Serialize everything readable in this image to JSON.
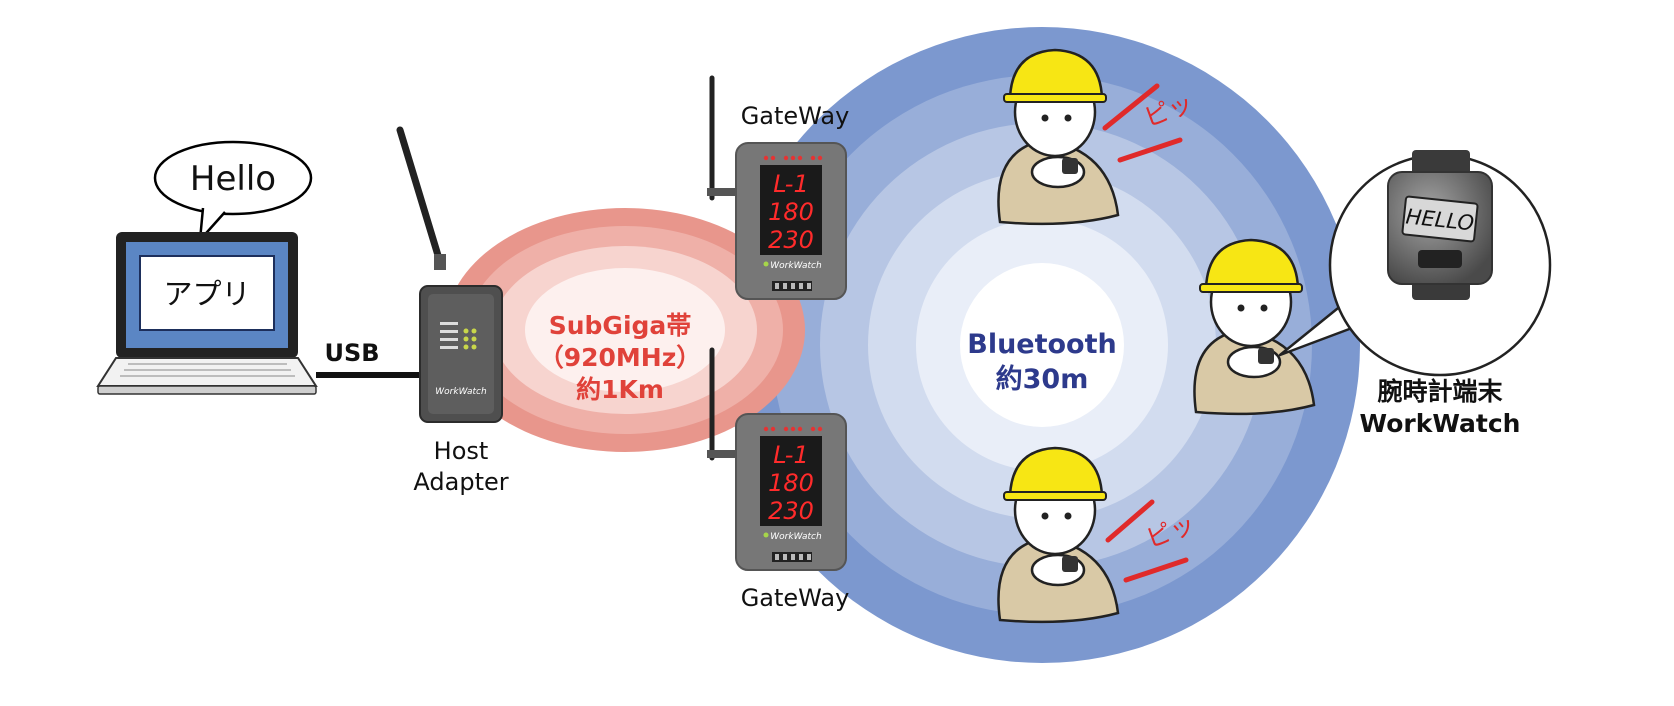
{
  "pc": {
    "bubble": "Hello",
    "screen": "アプリ",
    "link": "USB"
  },
  "host": {
    "line1": "Host",
    "line2": "Adapter",
    "brand": "WorkWatch"
  },
  "subgiga": {
    "line1": "SubGiga帯",
    "line2": "（920MHz）",
    "line3": "約1Km",
    "color": "#e0423a"
  },
  "gateways": [
    {
      "label": "GateWay",
      "brand": "WorkWatch",
      "displays": [
        "L-1",
        "180",
        "230"
      ]
    },
    {
      "label": "GateWay",
      "brand": "WorkWatch",
      "displays": [
        "L-1",
        "180",
        "230"
      ]
    }
  ],
  "bluetooth": {
    "line1": "Bluetooth",
    "line2": "約30m",
    "color": "#2d3a8c"
  },
  "beeps": [
    "ピッ",
    "ピッ"
  ],
  "watch": {
    "screen": "HELLO",
    "label1": "腕時計端末",
    "label2": "WorkWatch"
  },
  "colors": {
    "helmet": "#f7e614",
    "worker_uniform": "#d9c9a6",
    "beep_red": "#e02a2a",
    "led_red": "#ff2b2b"
  }
}
